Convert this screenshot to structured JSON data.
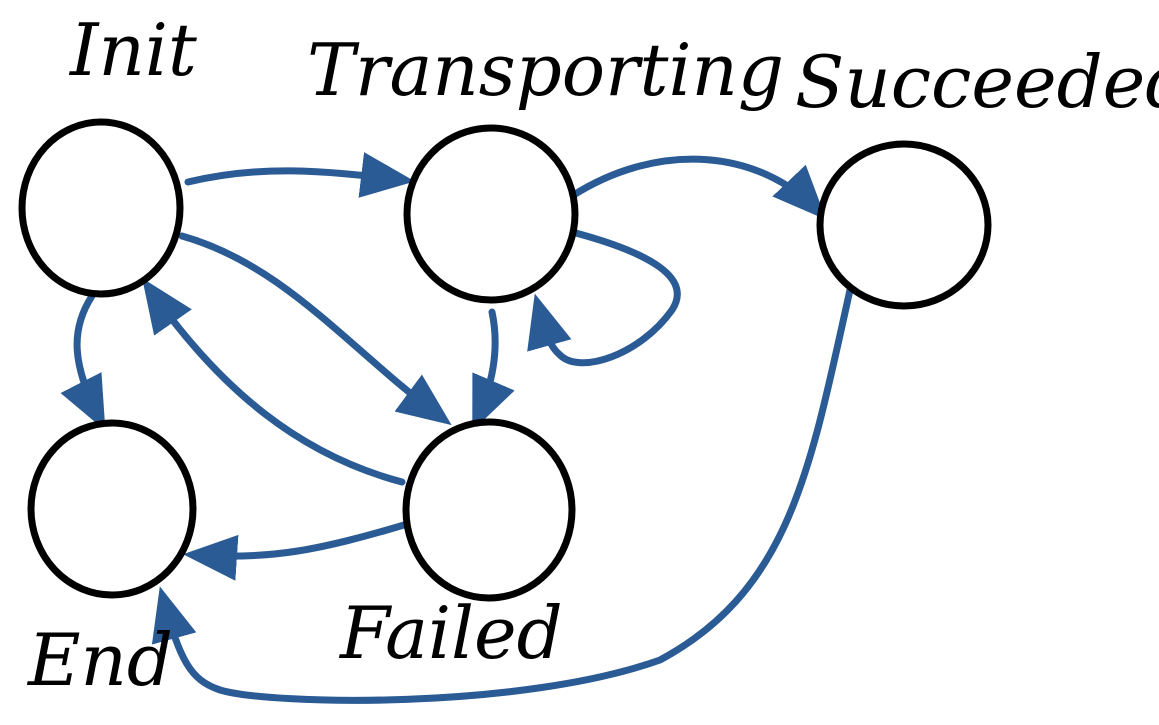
{
  "diagram": {
    "edge_color": "#2A5B94",
    "node_stroke_color": "#000000",
    "states": [
      {
        "id": "init",
        "label": "Init"
      },
      {
        "id": "transporting",
        "label": "Transporting"
      },
      {
        "id": "succeeded",
        "label": "Succeeded"
      },
      {
        "id": "end",
        "label": "End"
      },
      {
        "id": "failed",
        "label": "Failed"
      }
    ],
    "transitions": [
      {
        "from": "Init",
        "to": "Transporting"
      },
      {
        "from": "Init",
        "to": "Failed"
      },
      {
        "from": "Init",
        "to": "End"
      },
      {
        "from": "Failed",
        "to": "Init"
      },
      {
        "from": "Failed",
        "to": "End"
      },
      {
        "from": "Transporting",
        "to": "Succeeded"
      },
      {
        "from": "Transporting",
        "to": "Failed"
      },
      {
        "from": "Transporting",
        "to": "Transporting"
      },
      {
        "from": "Succeeded",
        "to": "End"
      }
    ]
  }
}
